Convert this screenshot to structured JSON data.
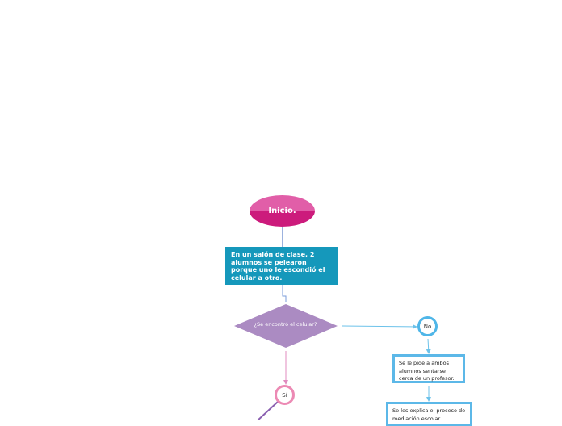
{
  "flowchart": {
    "start_label": "Inicio.",
    "process_text": "En un salón de clase, 2 alumnos se pelearon porque uno le escondió el celular a otro.",
    "decision_text": "¿Se encontró el celular?",
    "no_label": "No",
    "si_label": "Sí",
    "no_step_1": "Se le pide a ambos alumnos sentarse cerca de un profesor.",
    "no_step_2": "Se les explica el proceso de mediación escolar"
  },
  "colors": {
    "start_fill": "#cc1b7c",
    "process_fill": "#1598bb",
    "decision_fill": "#ab8bc2",
    "no_border": "#4fb6e8",
    "si_border": "#ec8ab4"
  }
}
